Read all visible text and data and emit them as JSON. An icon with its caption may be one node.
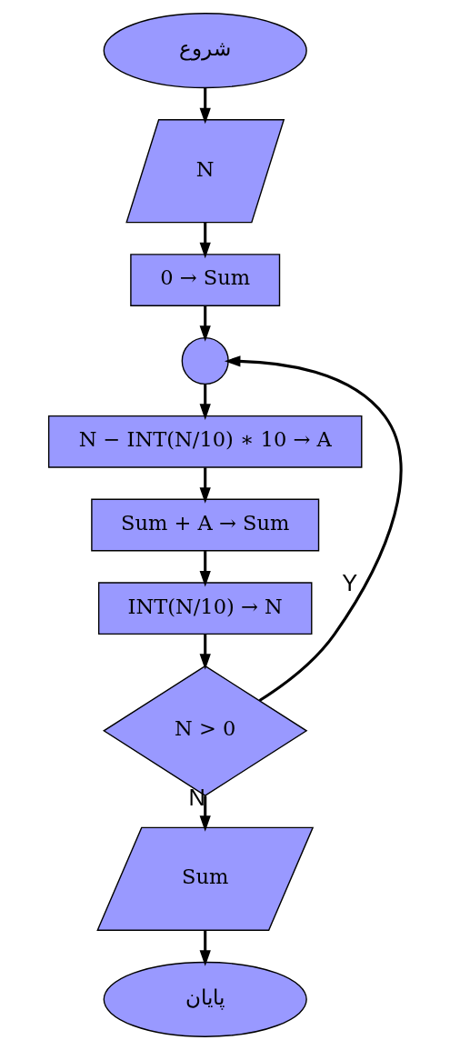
{
  "diagram": {
    "nodes": [
      {
        "text": [
          "شروع"
        ]
      },
      {
        "text": [
          "N"
        ]
      },
      {
        "text": [
          "0 → Sum"
        ]
      },
      {
        "text": [],
        "shape": "circle"
      },
      {
        "text": [
          "N − INT(N/10) ∗ 10 → A"
        ]
      },
      {
        "text": [
          "Sum + A → Sum"
        ]
      },
      {
        "text": [
          "INT(N/10) → N"
        ]
      },
      {
        "text": [
          "N > 0"
        ]
      },
      {
        "text": [
          "Sum"
        ]
      },
      {
        "text": [
          "پایان"
        ]
      }
    ],
    "edges": [
      {
        "from": 0,
        "to": 1,
        "arrow": "to"
      },
      {
        "from": 1,
        "to": 2,
        "arrow": "to"
      },
      {
        "from": 2,
        "to": 3,
        "arrow": "to"
      },
      {
        "from": 3,
        "to": 4,
        "arrow": "to"
      },
      {
        "from": 4,
        "to": 5,
        "arrow": "to"
      },
      {
        "from": 5,
        "to": 6,
        "arrow": "to"
      },
      {
        "from": 6,
        "to": 7,
        "arrow": "to"
      },
      {
        "from": 7,
        "to": 3,
        "arrow": "to",
        "label": "Y"
      },
      {
        "from": 7,
        "to": 8,
        "arrow": "to",
        "label": "N"
      },
      {
        "from": 8,
        "to": 9,
        "arrow": "to"
      }
    ]
  }
}
